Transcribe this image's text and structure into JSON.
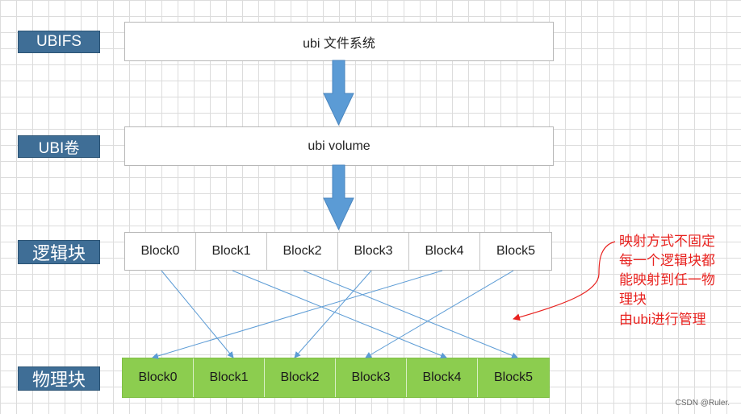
{
  "labels": {
    "ubifs": "UBIFS",
    "ubi_volume": "UBI卷",
    "logical": "逻辑块",
    "physical": "物理块"
  },
  "boxes": {
    "ubi_fs": "ubi 文件系统",
    "ubi_volume": "ubi volume"
  },
  "logical_blocks": [
    "Block0",
    "Block1",
    "Block2",
    "Block3",
    "Block4",
    "Block5"
  ],
  "physical_blocks": [
    "Block0",
    "Block1",
    "Block2",
    "Block3",
    "Block4",
    "Block5"
  ],
  "mapping": [
    {
      "from": 0,
      "to": 1
    },
    {
      "from": 1,
      "to": 4
    },
    {
      "from": 2,
      "to": 5
    },
    {
      "from": 3,
      "to": 2
    },
    {
      "from": 4,
      "to": 0
    },
    {
      "from": 5,
      "to": 3
    }
  ],
  "note": {
    "lines": [
      "映射方式不固定",
      "每一个逻辑块都",
      "能映射到任一物",
      "理块",
      "由ubi进行管理"
    ]
  },
  "watermark": "CSDN @Ruler.",
  "colors": {
    "label_bg": "#3f6e96",
    "arrow": "#5b9bd5",
    "physical_fill": "#8ccd4f",
    "note_text": "#e8221f",
    "mapping_line": "#5b9bd5"
  }
}
